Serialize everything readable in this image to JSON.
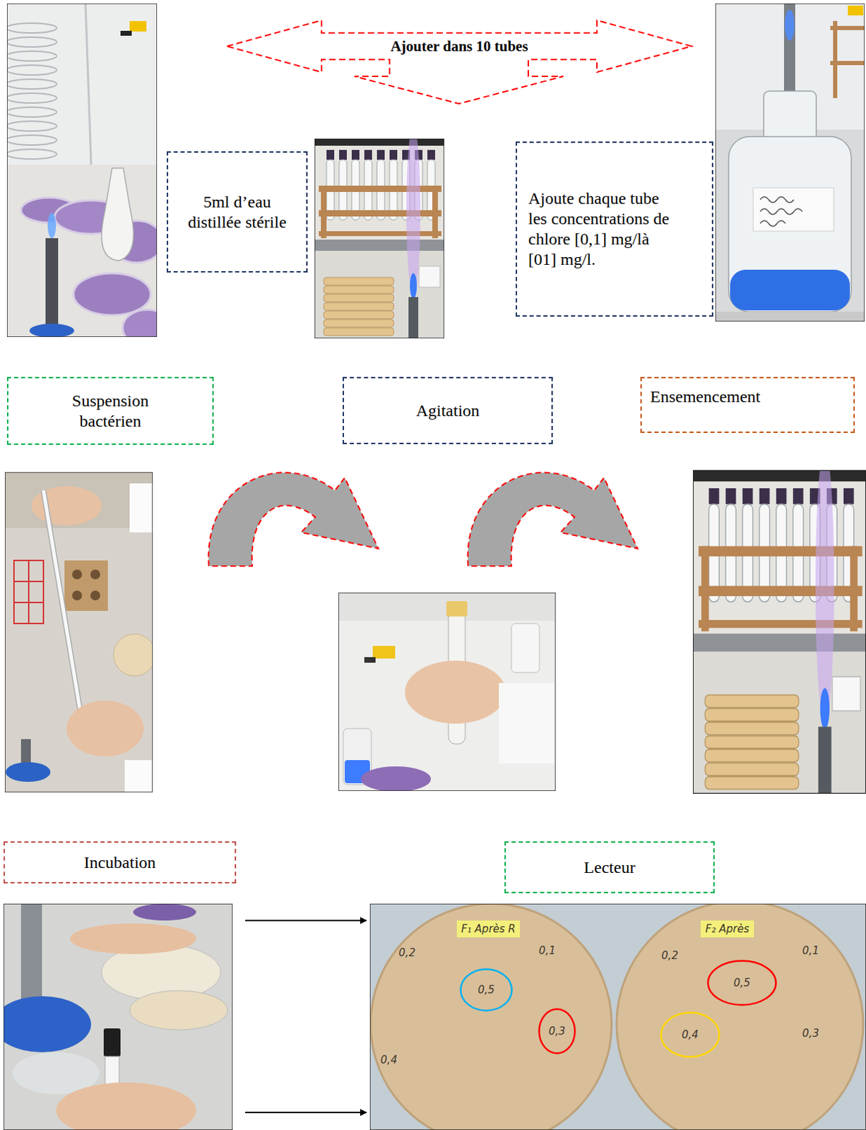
{
  "diagram": {
    "nodes": [
      {
        "text": [
          "Ajouter dans 10 tubes"
        ]
      },
      {
        "text": [
          "5ml d’eau distillée stérile"
        ]
      },
      {
        "text": [
          "Ajoute chaque tube les concentrations de chlore [0,1] mg/là [01] mg/l."
        ]
      },
      {
        "text": [
          "Suspension bactérien"
        ]
      },
      {
        "text": [
          "Agitation"
        ]
      },
      {
        "text": [
          "Ensemencement"
        ]
      },
      {
        "text": [
          "Incubation"
        ]
      },
      {
        "text": [
          "Lecteur"
        ]
      },
      {
        "text": [
          "0,5"
        ]
      },
      {
        "text": [
          "0,3"
        ]
      },
      {
        "text": [
          "0,5"
        ]
      },
      {
        "text": [
          "0,4"
        ]
      }
    ],
    "labels": [
      "F₁ Après R",
      "0,2",
      "0,1",
      "0,4",
      "F₂ Après",
      "0,2",
      "0,1",
      "0,3"
    ]
  }
}
